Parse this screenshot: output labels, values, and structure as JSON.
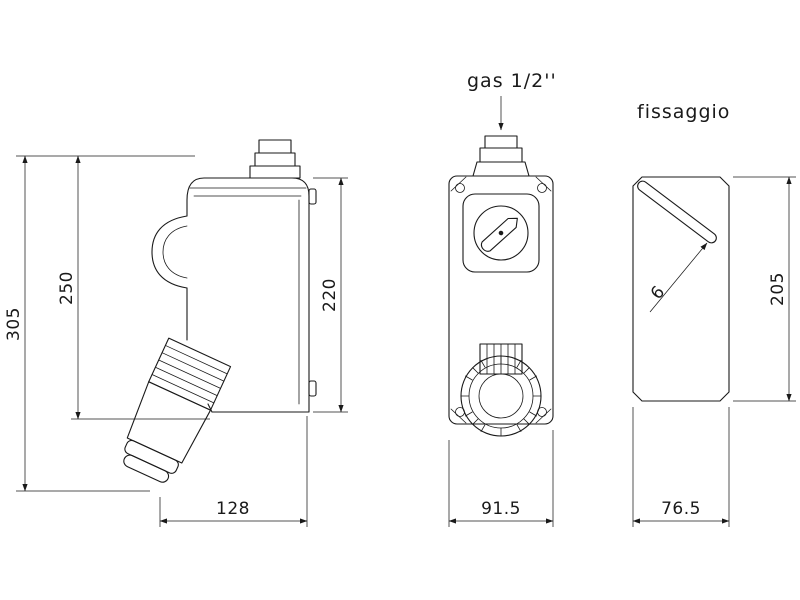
{
  "drawing": {
    "labels": {
      "gas": "gas  1/2''",
      "fissaggio": "fissaggio"
    },
    "dimensions": {
      "overall_height": "305",
      "upper_height": "250",
      "body_height": "220",
      "depth": "128",
      "front_width": "91.5",
      "rear_width": "76.5",
      "fixing_height": "205",
      "hole_diameter": "6"
    }
  }
}
